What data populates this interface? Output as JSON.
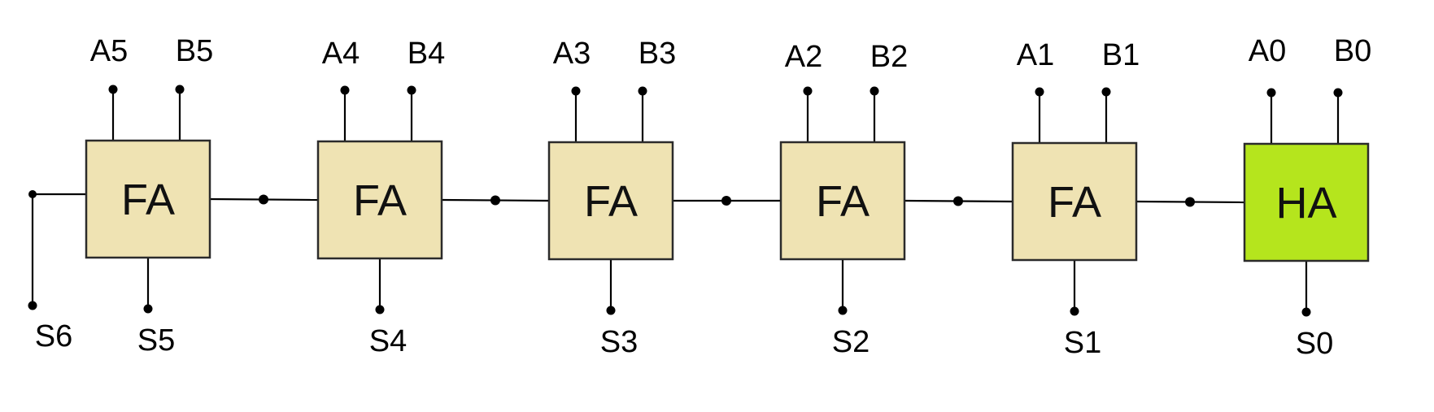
{
  "diagram": {
    "carry_out_label": "S6",
    "blocks": [
      {
        "label": "FA",
        "input_a": "A5",
        "input_b": "B5",
        "sum": "S5",
        "fill": "#efe3b3"
      },
      {
        "label": "FA",
        "input_a": "A4",
        "input_b": "B4",
        "sum": "S4",
        "fill": "#efe3b3"
      },
      {
        "label": "FA",
        "input_a": "A3",
        "input_b": "B3",
        "sum": "S3",
        "fill": "#efe3b3"
      },
      {
        "label": "FA",
        "input_a": "A2",
        "input_b": "B2",
        "sum": "S2",
        "fill": "#efe3b3"
      },
      {
        "label": "FA",
        "input_a": "A1",
        "input_b": "B1",
        "sum": "S1",
        "fill": "#efe3b3"
      },
      {
        "label": "HA",
        "input_a": "A0",
        "input_b": "B0",
        "sum": "S0",
        "fill": "#b5e51d"
      }
    ]
  }
}
